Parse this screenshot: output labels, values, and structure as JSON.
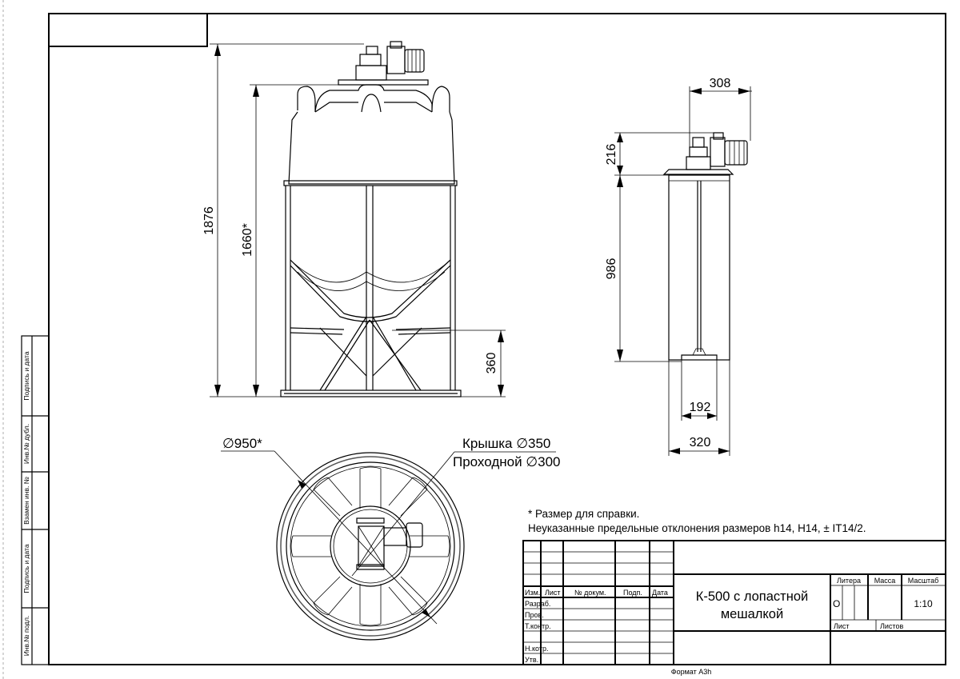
{
  "dimensions": {
    "d1876": "1876",
    "d1660": "1660*",
    "d360": "360",
    "d308": "308",
    "d216": "216",
    "d986": "986",
    "d192": "192",
    "d320": "320"
  },
  "callouts": {
    "diameter": "∅950*",
    "lid": "Крышка ∅350",
    "passage": "Проходной ∅300"
  },
  "notes": {
    "line1": "* Размер для справки.",
    "line2": "Неуказанные предельные отклонения размеров h14, H14, ± IT14/2."
  },
  "title_block": {
    "col_izm": "Изм.",
    "col_list": "Лист",
    "col_doc": "№ докум.",
    "col_sign": "Подп.",
    "col_date": "Дата",
    "row_dev": "Разраб.",
    "row_check": "Пров.",
    "row_tcontrol": "Т.контр.",
    "row_ncontrol": "Н.котр.",
    "row_approve": "Утв.",
    "title_line1": "К-500 с лопастной",
    "title_line2": "мешалкой",
    "litera_label": "Литера",
    "mass_label": "Масса",
    "scale_label": "Масштаб",
    "litera_value": "О",
    "scale_value": "1:10",
    "sheet_label": "Лист",
    "sheets_label": "Листов",
    "format": "Формат А3h"
  },
  "side_stamp": {
    "sign_date_1": "Подпись и дата",
    "inv_dubl": "Инв.№ дубл.",
    "vzamen": "Взамен инв. №",
    "sign_date_2": "Подпись и дата",
    "inv_podl": "Инв.№ подл."
  }
}
